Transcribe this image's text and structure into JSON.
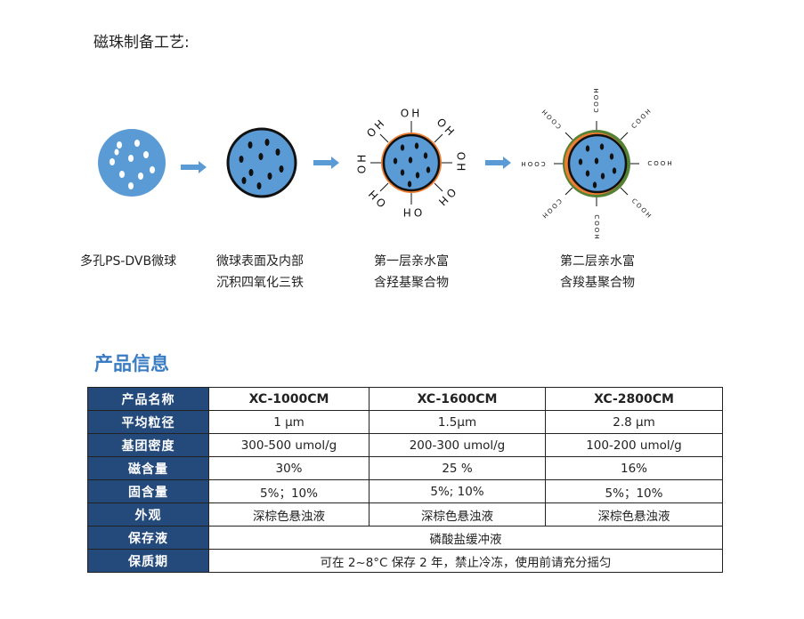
{
  "process": {
    "title": "磁珠制备工艺:",
    "steps": [
      {
        "lines": [
          "多孔PS-DVB微球"
        ]
      },
      {
        "lines": [
          "微球表面及内部",
          "沉积四氧化三铁"
        ]
      },
      {
        "lines": [
          "第一层亲水富",
          "含羟基聚合物"
        ]
      },
      {
        "lines": [
          "第二层亲水富",
          "含羧基聚合物"
        ]
      }
    ],
    "hydroxyl_label": "OH",
    "carboxyl_label": "COOH"
  },
  "colors": {
    "bead_blue": "#5b9bd5",
    "shell_orange": "#ed7d31",
    "shell_green": "#548235",
    "arrow": "#5b9bd5",
    "table_header": "#244a7c",
    "heading_blue": "#3a7cc2"
  },
  "product_info": {
    "title": "产品信息",
    "header_label": "产品名称",
    "products": [
      "XC-1000CM",
      "XC-1600CM",
      "XC-2800CM"
    ],
    "rows": [
      {
        "label": "平均粒径",
        "values": [
          "1 µm",
          "1.5µm",
          "2.8 µm"
        ]
      },
      {
        "label": "基团密度",
        "values": [
          "300-500 umol/g",
          "200-300 umol/g",
          "100-200 umol/g"
        ]
      },
      {
        "label": "磁含量",
        "values": [
          "30%",
          "25 %",
          "16%"
        ]
      },
      {
        "label": "固含量",
        "values": [
          "5%；10%",
          "5%; 10%",
          "5%；10%"
        ]
      },
      {
        "label": "外观",
        "values": [
          "深棕色悬浊液",
          "深棕色悬浊液",
          "深棕色悬浊液"
        ]
      }
    ],
    "buffer_label": "保存液",
    "buffer_value": "磷酸盐缓冲液",
    "storage_label": "保质期",
    "storage_value": "可在 2~8°C 保存 2 年，禁止冷冻，使用前请充分摇匀"
  }
}
